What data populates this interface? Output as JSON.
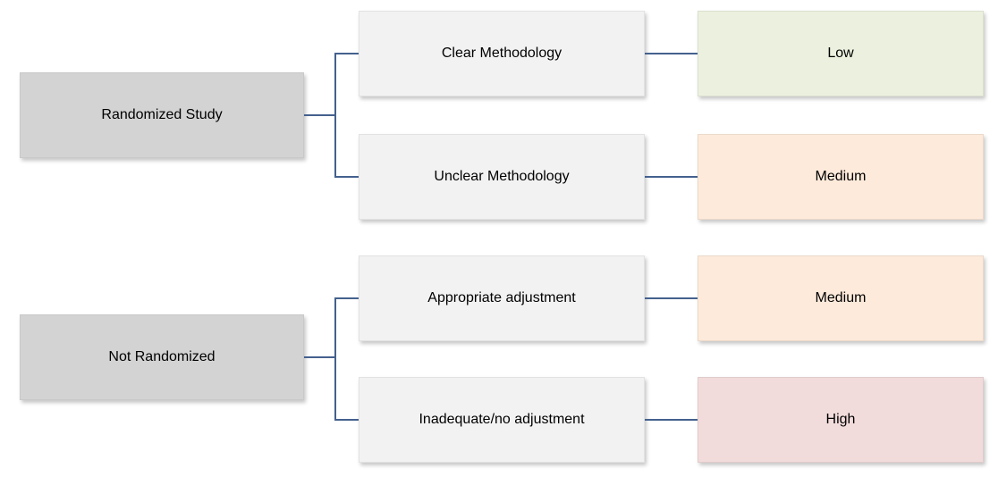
{
  "tree": {
    "groups": [
      {
        "root": "Randomized Study",
        "branches": [
          {
            "condition": "Clear Methodology",
            "risk": "Low",
            "risk_fill": "#ebf1de"
          },
          {
            "condition": "Unclear Methodology",
            "risk": "Medium",
            "risk_fill": "#fdeada"
          }
        ]
      },
      {
        "root": "Not Randomized",
        "branches": [
          {
            "condition": "Appropriate adjustment",
            "risk": "Medium",
            "risk_fill": "#fdeada"
          },
          {
            "condition": "Inadequate/no adjustment",
            "risk": "High",
            "risk_fill": "#f2dcdb"
          }
        ]
      }
    ]
  },
  "colors": {
    "connector": "#44618e",
    "root_fill": "#d3d3d3",
    "condition_fill": "#f2f2f2",
    "risk_low": "#ebf1de",
    "risk_medium": "#fdeada",
    "risk_high": "#f2dcdb"
  }
}
